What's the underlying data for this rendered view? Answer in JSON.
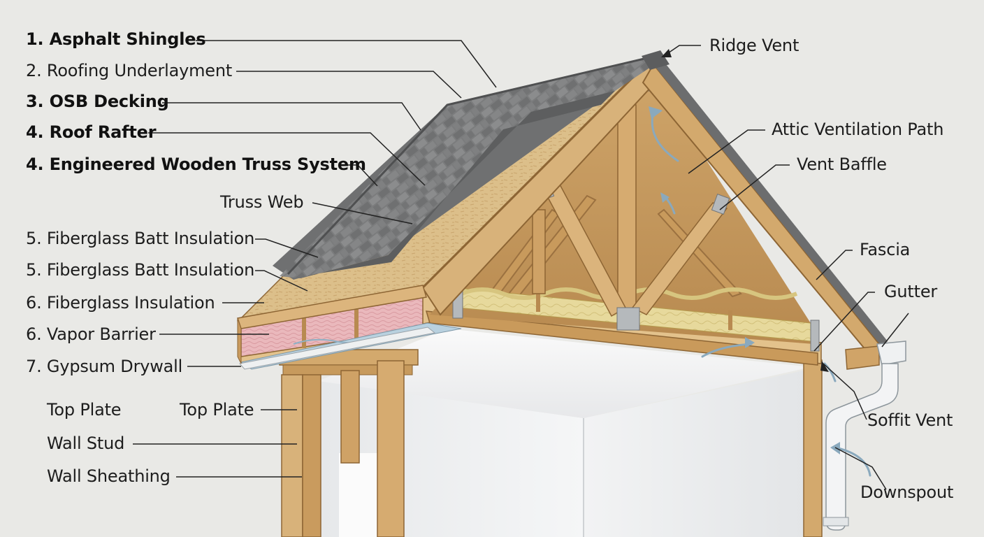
{
  "left_labels": [
    {
      "text": "1. Asphalt Shingles",
      "bold": true
    },
    {
      "text": "2. Roofing Underlayment"
    },
    {
      "text": "3. OSB Decking",
      "bold": true
    },
    {
      "text": "4. Roof Rafter",
      "bold": true
    },
    {
      "text": "4. Engineered Wooden Truss System",
      "bold": true
    },
    {
      "text": "Truss Web"
    },
    {
      "text": "5. Fiberglass Batt Insulation"
    },
    {
      "text": "5. Fiberglass Batt Insulation"
    },
    {
      "text": "6. Fiberglass Insulation"
    },
    {
      "text": "6. Vapor Barrier"
    },
    {
      "text": "7. Gypsum Drywall"
    },
    {
      "text": "Top Plate"
    },
    {
      "text": "Top Plate"
    },
    {
      "text": "Wall Stud"
    },
    {
      "text": "Wall Sheathing"
    }
  ],
  "right_labels": [
    {
      "text": "Ridge Vent"
    },
    {
      "text": "Attic Ventilation Path"
    },
    {
      "text": "Vent Baffle"
    },
    {
      "text": "Fascia"
    },
    {
      "text": "Gutter"
    },
    {
      "text": "Soffit Vent"
    },
    {
      "text": "Downspout"
    }
  ],
  "colors": {
    "background": "#e9e9e6",
    "wood": "#d8b27a",
    "wood_dark": "#b98a4e",
    "osb": "#dcbf8a",
    "shingle": "#7d7d7d",
    "insulation_pink": "#e9b5b8",
    "insulation_yellow": "#e6d79a",
    "drywall": "#f4f5f5",
    "leader": "#222222",
    "vent_arrow": "#a9c3d6"
  }
}
